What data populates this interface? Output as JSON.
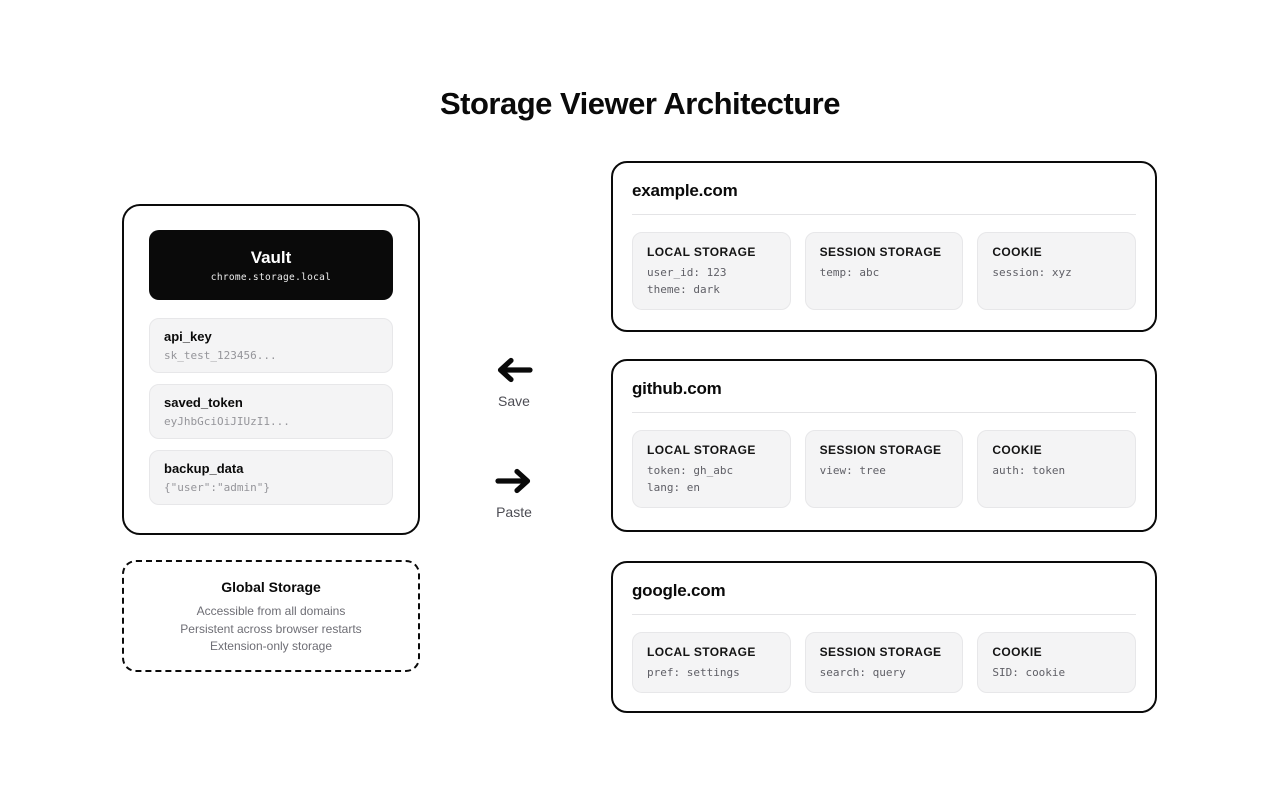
{
  "title": "Storage Viewer Architecture",
  "vault": {
    "title": "Vault",
    "subtitle": "chrome.storage.local",
    "entries": [
      {
        "key": "api_key",
        "value": "sk_test_123456..."
      },
      {
        "key": "saved_token",
        "value": "eyJhbGciOiJIUzI1..."
      },
      {
        "key": "backup_data",
        "value": "{\"user\":\"admin\"}"
      }
    ]
  },
  "global_storage": {
    "title": "Global Storage",
    "lines": [
      "Accessible from all domains",
      "Persistent across browser restarts",
      "Extension-only storage"
    ]
  },
  "actions": [
    {
      "icon": "arrow-left-icon",
      "label": "Save"
    },
    {
      "icon": "arrow-right-icon",
      "label": "Paste"
    }
  ],
  "domains": [
    {
      "name": "example.com",
      "stores": [
        {
          "label": "LOCAL STORAGE",
          "entries": [
            "user_id: 123",
            "theme: dark"
          ]
        },
        {
          "label": "SESSION STORAGE",
          "entries": [
            "temp: abc"
          ]
        },
        {
          "label": "COOKIE",
          "entries": [
            "session: xyz"
          ]
        }
      ]
    },
    {
      "name": "github.com",
      "stores": [
        {
          "label": "LOCAL STORAGE",
          "entries": [
            "token: gh_abc",
            "lang: en"
          ]
        },
        {
          "label": "SESSION STORAGE",
          "entries": [
            "view: tree"
          ]
        },
        {
          "label": "COOKIE",
          "entries": [
            "auth: token"
          ]
        }
      ]
    },
    {
      "name": "google.com",
      "stores": [
        {
          "label": "LOCAL STORAGE",
          "entries": [
            "pref: settings"
          ]
        },
        {
          "label": "SESSION STORAGE",
          "entries": [
            "search: query"
          ]
        },
        {
          "label": "COOKIE",
          "entries": [
            "SID: cookie"
          ]
        }
      ]
    }
  ],
  "colors": {
    "ink": "#0a0a0a",
    "card_bg": "#f4f4f5",
    "card_border": "#e7e7e9",
    "muted_text": "#5f5f66",
    "light_muted_text": "#95959a"
  }
}
